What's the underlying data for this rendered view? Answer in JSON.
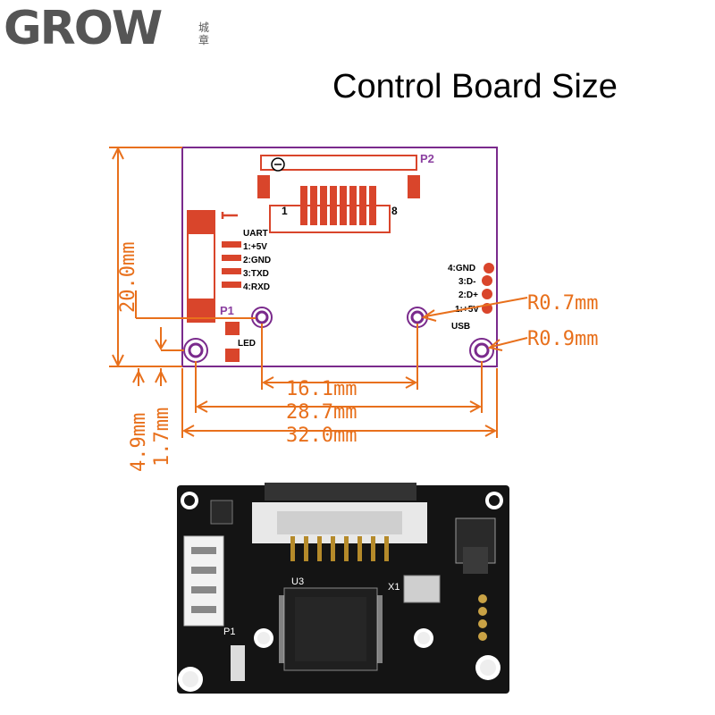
{
  "logo": {
    "text": "GROW",
    "seal": "城章"
  },
  "title": "Control Board Size",
  "diagram": {
    "connector_p2": {
      "label": "P2",
      "pin_start": "1",
      "pin_end": "8"
    },
    "uart": {
      "header": "UART",
      "pins": [
        "1:+5V",
        "2:GND",
        "3:TXD",
        "4:RXD"
      ],
      "connector_label": "P1"
    },
    "usb": {
      "header": "USB",
      "pins": [
        "4:GND",
        "3:D-",
        "2:D+",
        "1:+5V"
      ]
    },
    "led_label": "LED",
    "dimensions": {
      "height": "20.0mm",
      "hole_small_radius": "R0.7mm",
      "hole_large_radius": "R0.9mm",
      "inner_spacing": "16.1mm",
      "outer_spacing": "28.7mm",
      "board_width": "32.0mm",
      "offset_left": "4.9mm",
      "offset_bottom": "1.7mm"
    }
  },
  "photo_labels": {
    "u3": "U3",
    "x1": "X1",
    "p1": "P1"
  },
  "colors": {
    "dimension": "#e8701c",
    "outline": "#7a2a8c",
    "pad": "#d9452b",
    "pcb": "#141414"
  }
}
